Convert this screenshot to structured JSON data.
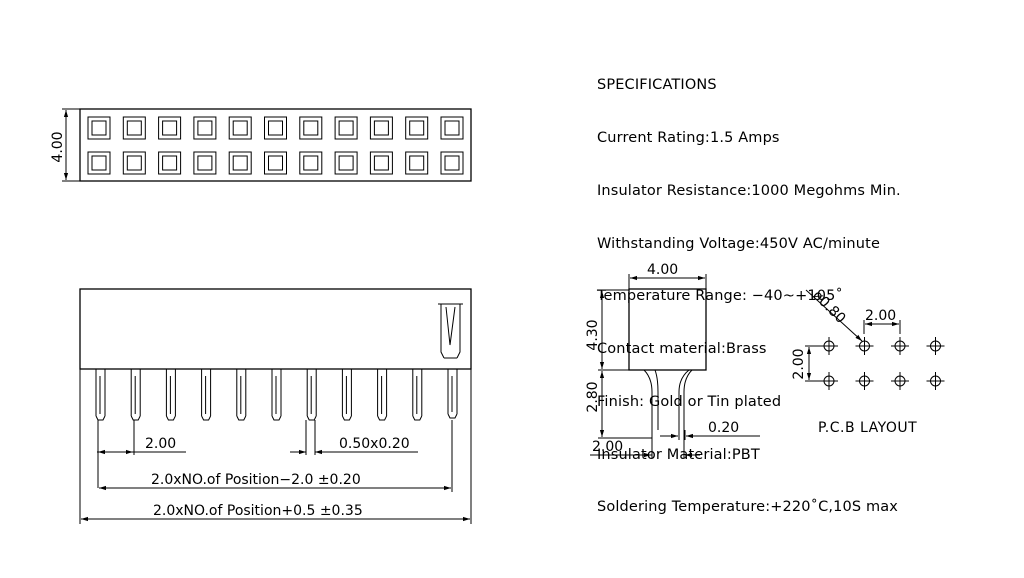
{
  "specs": {
    "title": "SPECIFICATIONS",
    "lines": [
      "Current Rating:1.5 Amps",
      "Insulator Resistance:1000 Megohms Min.",
      "Withstanding Voltage:450V AC/minute",
      "Temperature Range: −40~+105˚",
      "Contact material:Brass",
      "Finish: Gold or Tin plated",
      "Insulator Material:PBT",
      "Soldering Temperature:+220˚C,10S max"
    ]
  },
  "dims": {
    "top_height": "4.00",
    "pitch": "2.00",
    "pin_size": "0.50x0.20",
    "span_pins": "2.0xNO.of Position−2.0 ±0.20",
    "span_body": "2.0xNO.of Position+0.5 ±0.35",
    "side_width": "4.00",
    "side_body_height": "4.30",
    "side_pin_length": "2.80",
    "side_pitch": "2.00",
    "side_pin_thick": "0.20",
    "pcb_hole": "ø0.80",
    "pcb_pitch_x": "2.00",
    "pcb_pitch_y": "2.00",
    "pcb_label": "P.C.B LAYOUT"
  }
}
